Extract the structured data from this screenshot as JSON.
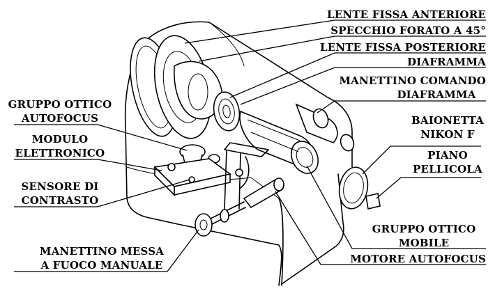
{
  "labels": {
    "lente_fissa_anteriore": "LENTE FISSA ANTERIORE",
    "specchio_forato": "SPECCHIO FORATO A 45°",
    "lente_fissa_posteriore": "LENTE FISSA POSTERIORE",
    "diaframma": "DIAFRAMMA",
    "manettino_comando_1": "MANETTINO COMANDO",
    "manettino_comando_2": "DIAFRAMMA",
    "baionetta_1": "BAIONETTA",
    "baionetta_2": "NIKON F",
    "piano_1": "PIANO",
    "piano_2": "PELLICOLA",
    "gruppo_autofocus_1": "GRUPPO OTTICO",
    "gruppo_autofocus_2": "AUTOFOCUS",
    "modulo_1": "MODULO",
    "modulo_2": "ELETTRONICO",
    "sensore_1": "SENSORE DI",
    "sensore_2": "CONTRASTO",
    "manettino_messa_1": "MANETTINO MESSA",
    "manettino_messa_2": "A FUOCO MANUALE",
    "gruppo_mobile_1": "GRUPPO OTTICO",
    "gruppo_mobile_2": "MOBILE",
    "motore_autofocus": "MOTORE AUTOFOCUS"
  }
}
